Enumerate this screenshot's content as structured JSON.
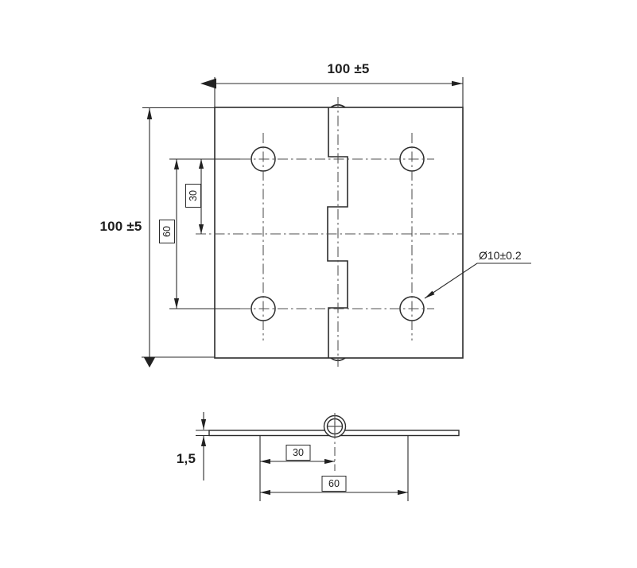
{
  "colors": {
    "line": "#2b2b2b",
    "centerline": "#4f4f4f",
    "background": "#ffffff"
  },
  "top_view": {
    "width_dimension": "100 ±5",
    "height_dimension": "100 ±5",
    "row_offset_dimension": "30",
    "row_spacing_dimension": "60",
    "hole_diameter_dimension": "Ø10±0.2"
  },
  "side_view": {
    "thickness_dimension": "1,5",
    "pin_offset_dimension": "30",
    "column_spacing_dimension": "60"
  }
}
